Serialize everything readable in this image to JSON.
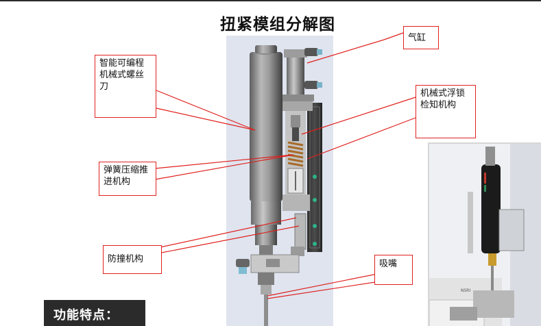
{
  "title": "扭紧模组分解图",
  "callouts": {
    "screwdriver": "智能可编程机械式螺丝刀",
    "cylinder": "气缸",
    "float_lock": "机械式浮锁检知机构",
    "spring": "弹簧压缩推进机构",
    "anti_collision": "防撞机构",
    "nozzle": "吸嘴"
  },
  "banner": "功能特点：",
  "photo_label": "NSRI",
  "colors": {
    "callout_line": "#e0201c",
    "banner_bg": "#2b2b2b",
    "diagram_bg": "#dfe4ef"
  }
}
